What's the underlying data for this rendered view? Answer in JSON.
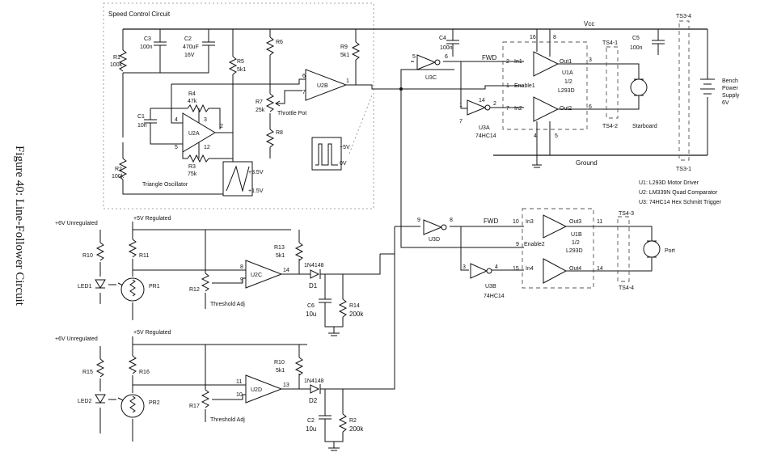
{
  "figure_caption": "Figure 40: Line-Follower Circuit",
  "speed_section": {
    "title": "Speed Control Circuit",
    "triangle_label": "Triangle Oscillator",
    "throttle_label": "Throttle Pot",
    "tri_wave_hi": "+3.5V",
    "tri_wave_lo": "+1.5V",
    "pwm_hi": "+5V",
    "pwm_lo": "0V"
  },
  "rails": {
    "vcc": "Vcc",
    "ground": "Ground",
    "v6_unreg": "+6V Unregulated",
    "v5_reg": "+5V Regulated"
  },
  "legend": [
    "U1: L293D Motor Driver",
    "U2: LM339N Quad Comparator",
    "U3: 74HC14 Hex Schmitt Trigger"
  ],
  "supply": {
    "l1": "Bench",
    "l2": "Power",
    "l3": "Supply",
    "l4": "6V"
  },
  "terminals": {
    "ts34": "TS3-4",
    "ts31": "TS3-1",
    "ts41": "TS4-1",
    "ts42": "TS4-2",
    "ts33": "TS4-3",
    "ts44": "TS4-4"
  },
  "motors": {
    "starboard": "Starboard",
    "port": "Port"
  },
  "components": {
    "c3": "C3",
    "c3v": "100n",
    "c2": "C2",
    "c2v": "470uF",
    "c2v2": "16V",
    "r1": "R1",
    "r1v": "100k",
    "r5": "R5",
    "r5v": "5k1",
    "r6": "R6",
    "r4": "R4",
    "r4v": "47k",
    "c1": "C1",
    "c1v": "10n",
    "u2a": "U2A",
    "r2": "R2",
    "r2v": "100k",
    "r3": "R3",
    "r3v": "75k",
    "r7": "R7",
    "r7v": "25k",
    "r8": "R8",
    "u2b": "U2B",
    "r9": "R9",
    "r9v": "5k1",
    "c4": "C4",
    "c4v": "100n",
    "c5": "C5",
    "c5v": "100n",
    "u3c": "U3C",
    "u3a": "U3A",
    "u3a_p": "74HC14",
    "u1a": "U1A",
    "u1a_h": "1/2",
    "u1a_p": "L293D",
    "in1": "In1",
    "in2": "In2",
    "out1": "Out1",
    "out2": "Out2",
    "en1": "Enable1",
    "fwd": "FWD",
    "u3d": "U3D",
    "u3b": "U3B",
    "u3b_p": "74HC14",
    "u1b": "U1B",
    "u1b_h": "1/2",
    "u1b_p": "L293D",
    "in3": "In3",
    "in4": "In4",
    "out3": "Out3",
    "out4": "Out4",
    "en2": "Enable2",
    "r10": "R10",
    "r11": "R11",
    "r12": "R12",
    "led1": "LED1",
    "pr1": "PR1",
    "thr_adj": "Threshold Adj",
    "u2c": "U2C",
    "r13": "R13",
    "r13v": "5k1",
    "d_type": "1N4148",
    "d1": "D1",
    "c6": "C6",
    "c6v": "10u",
    "r14": "R14",
    "r14v": "200k",
    "r15": "R15",
    "r16": "R16",
    "r17": "R17",
    "led2": "LED2",
    "pr2": "PR2",
    "u2d": "U2D",
    "r10b": "R10",
    "r10bv": "5k1",
    "d2": "D2",
    "c2b": "C2",
    "c2bv": "10u",
    "r2b": "R2",
    "r2bv": "200k"
  },
  "pins": {
    "p1": "1",
    "p2": "2",
    "p3": "3",
    "p4": "4",
    "p5": "5",
    "p6": "6",
    "p7": "7",
    "p8": "8",
    "p9": "9",
    "p10": "10",
    "p11": "11",
    "p12": "12",
    "p13": "13",
    "p14": "14",
    "p15": "15",
    "p16": "16"
  }
}
